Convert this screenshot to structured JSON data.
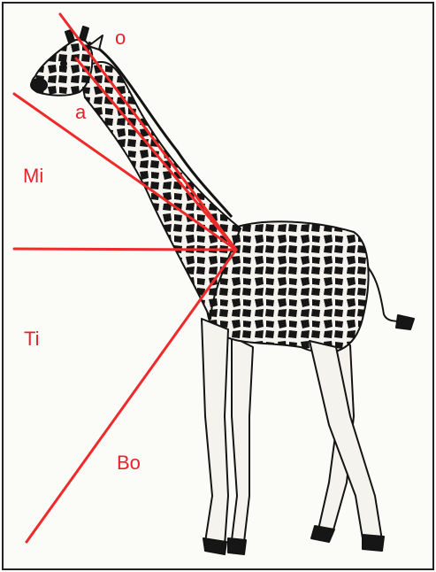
{
  "labels": {
    "o": "o",
    "a": "a",
    "mi": "Mi",
    "ti": "Ti",
    "bo": "Bo"
  },
  "colors": {
    "line": "#ee2a2a",
    "label": "#e8222a",
    "ink": "#141414",
    "paper": "#fbfbf8",
    "frame": "#222222"
  }
}
